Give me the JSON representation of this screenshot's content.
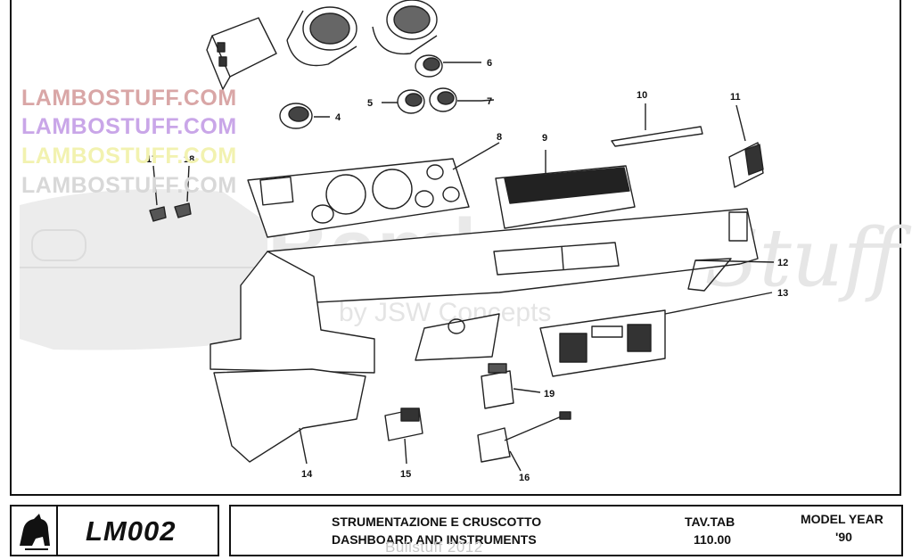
{
  "watermarks": [
    {
      "text": "LAMBOSTUFF.COM",
      "color": "#d9a6a6"
    },
    {
      "text": "LAMBOSTUFF.COM",
      "color": "#c9a6e8"
    },
    {
      "text": "LAMBOSTUFF.COM",
      "color": "#f2f2b0"
    },
    {
      "text": "LAMBOSTUFF.COM",
      "color": "#d8d8d8"
    }
  ],
  "callouts": [
    "4",
    "5",
    "6",
    "7",
    "8",
    "9",
    "10",
    "11",
    "12",
    "13",
    "14",
    "15",
    "16",
    "17",
    "18",
    "19"
  ],
  "footer": {
    "code": "LM002",
    "title_it": "STRUMENTAZIONE E CRUSCOTTO",
    "title_en": "DASHBOARD AND INSTRUMENTS",
    "tav_label": "TAV.TAB",
    "tav_value": "110.00",
    "model_year_label": "MODEL YEAR",
    "model_year_value": "'90",
    "watermark": "Bullstuff 2012"
  },
  "icons": [
    "lamborghini-bull-logo-icon"
  ]
}
